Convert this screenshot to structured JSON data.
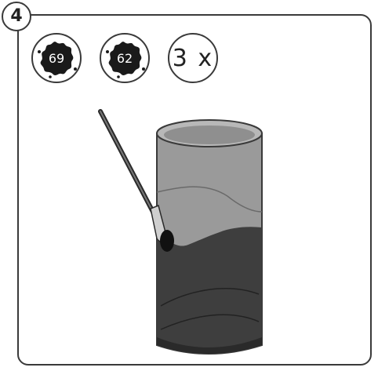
{
  "step": {
    "number": "4"
  },
  "paints": [
    {
      "label": "69",
      "color": "#1a1a1a"
    },
    {
      "label": "62",
      "color": "#1a1a1a"
    }
  ],
  "repeat": {
    "label": "3 x"
  },
  "colors": {
    "line": "#3a3a3a",
    "glass": "#8a8a8a",
    "dark_paint": "#3e3e3e"
  }
}
